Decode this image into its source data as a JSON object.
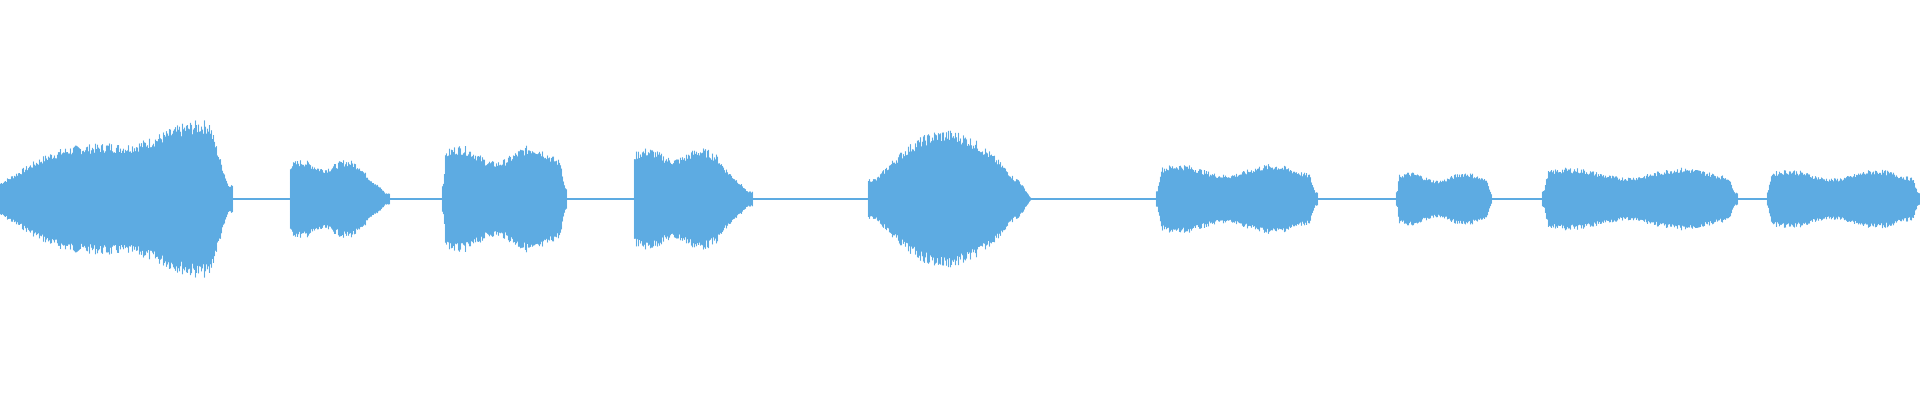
{
  "waveform": {
    "color": "#5dabe2",
    "baseline_amplitude": 0.005,
    "segments": [
      {
        "start": 0.0,
        "end": 0.121,
        "peak": 0.88,
        "shape": "swell"
      },
      {
        "start": 0.151,
        "end": 0.203,
        "peak": 0.44,
        "shape": "fade"
      },
      {
        "start": 0.23,
        "end": 0.295,
        "peak": 0.6,
        "shape": "plateau"
      },
      {
        "start": 0.33,
        "end": 0.392,
        "peak": 0.57,
        "shape": "fade"
      },
      {
        "start": 0.452,
        "end": 0.537,
        "peak": 0.77,
        "shape": "hump"
      },
      {
        "start": 0.602,
        "end": 0.686,
        "peak": 0.39,
        "shape": "plateau"
      },
      {
        "start": 0.727,
        "end": 0.777,
        "peak": 0.3,
        "shape": "plateau"
      },
      {
        "start": 0.803,
        "end": 0.905,
        "peak": 0.35,
        "shape": "plateau"
      },
      {
        "start": 0.92,
        "end": 1.0,
        "peak": 0.33,
        "shape": "plateau"
      }
    ]
  }
}
